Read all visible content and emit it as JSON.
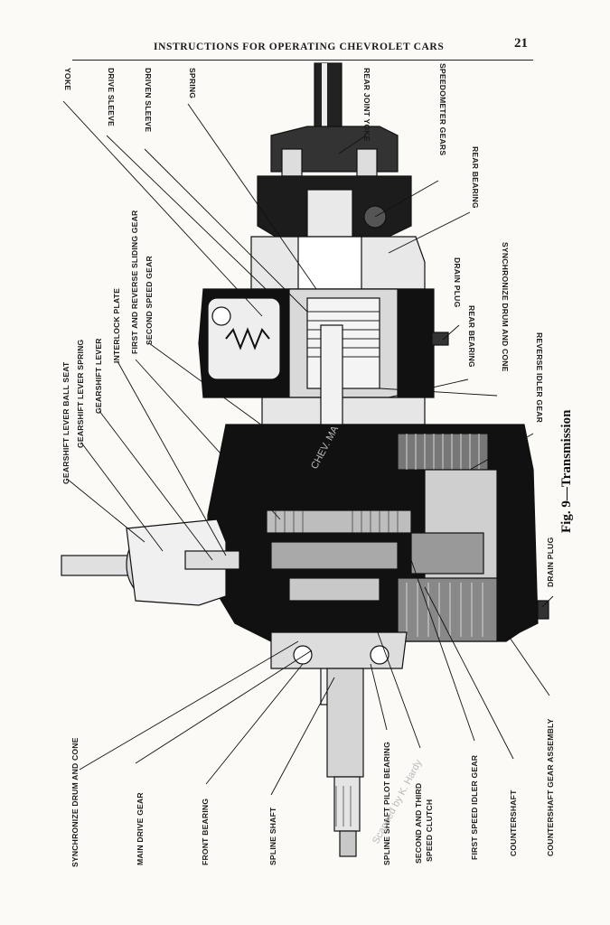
{
  "header": {
    "title": "INSTRUCTIONS FOR OPERATING CHEVROLET CARS",
    "page_number": "21"
  },
  "figure": {
    "caption": "Fig. 9—Transmission"
  },
  "labels": {
    "top": [
      "YOKE",
      "DRIVE SLEEVE",
      "DRIVEN SLEEVE",
      "SPRING",
      "REAR JOINT YOKE",
      "SPEEDOMETER GEARS",
      "REAR BEARING",
      "DRAIN PLUG",
      "SYNCHRONIZE DRUM AND CONE",
      "REAR BEARING",
      "REVERSE IDLER GEAR"
    ],
    "left": [
      "GEARSHIFT LEVER BALL SEAT",
      "GEARSHIFT LEVER SPRING",
      "GEARSHIFT LEVER",
      "INTERLOCK PLATE",
      "FIRST AND REVERSE SLIDING GEAR",
      "SECOND SPEED GEAR"
    ],
    "bottom": [
      "SYNCHRONIZE DRUM AND CONE",
      "MAIN DRIVE GEAR",
      "FRONT BEARING",
      "SPLINE SHAFT",
      "SPLINE SHAFT PILOT BEARING",
      "SECOND AND THIRD",
      "SPEED CLUTCH",
      "FIRST SPEED IDLER GEAR",
      "COUNTERSHAFT",
      "COUNTERSHAFT GEAR ASSEMBLY",
      "DRAIN PLUG"
    ]
  },
  "watermark": [
    "Scanned by K. Hardy",
    "CHEV. MA"
  ]
}
